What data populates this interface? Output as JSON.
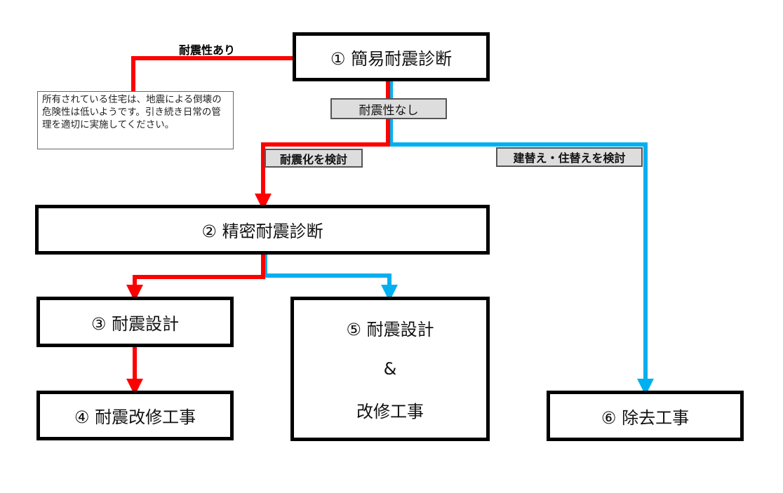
{
  "steps": {
    "s1": "① 簡易耐震診断",
    "s2": "② 精密耐震診断",
    "s3": "③ 耐震設計",
    "s4": "④ 耐震改修工事",
    "s5_line1": "⑤ 耐震設計",
    "s5_line2": "&",
    "s5_line3": "改修工事",
    "s6": "⑥ 除去工事"
  },
  "labels": {
    "resistant": "耐震性あり",
    "not_resistant": "耐震性なし",
    "consider_retrofit": "耐震化を検討",
    "consider_rebuild": "建替え・住替えを検討"
  },
  "note": "所有されている住宅は、地震による倒壊の危険性は低いようです。引き続き日常の管理を適切に実施してください。",
  "colors": {
    "red": "#ff0000",
    "blue": "#00b0f0"
  }
}
